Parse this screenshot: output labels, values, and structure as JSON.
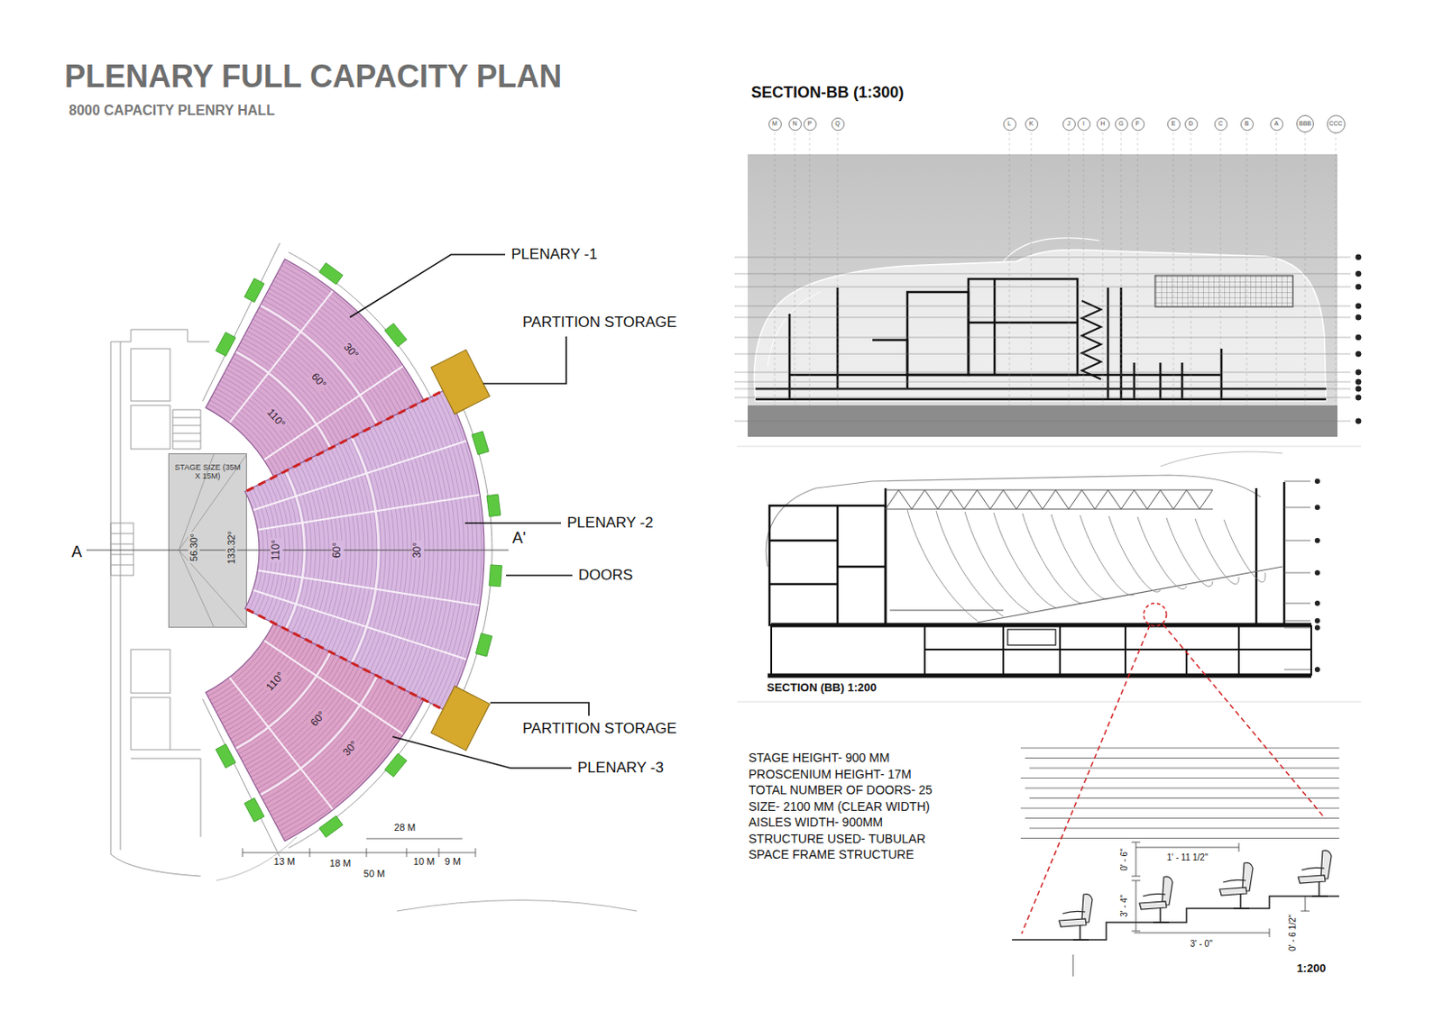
{
  "diagram": {
    "title": "PLENARY FULL CAPACITY PLAN",
    "nodes": [
      {
        "text": [
          "STAGE SIZE (35M X 15M)",
          "56.30°",
          "133.32°"
        ]
      },
      {
        "text": [
          "110°",
          "60°",
          "30°"
        ]
      },
      {
        "text": [
          "110°",
          "60°",
          "30°"
        ]
      },
      {
        "text": [
          "110°",
          "60°",
          "30°"
        ]
      },
      {
        "text": [
          "M"
        ]
      },
      {
        "text": [
          "N"
        ]
      },
      {
        "text": [
          "P"
        ]
      },
      {
        "text": [
          "Q"
        ]
      },
      {
        "text": [
          "L"
        ]
      },
      {
        "text": [
          "K"
        ]
      },
      {
        "text": [
          "J"
        ]
      },
      {
        "text": [
          "I"
        ]
      },
      {
        "text": [
          "H"
        ]
      },
      {
        "text": [
          "G"
        ]
      },
      {
        "text": [
          "F"
        ]
      },
      {
        "text": [
          "E"
        ]
      },
      {
        "text": [
          "D"
        ]
      },
      {
        "text": [
          "C"
        ]
      },
      {
        "text": [
          "B"
        ]
      },
      {
        "text": [
          "A"
        ]
      },
      {
        "text": [
          "BBB"
        ]
      },
      {
        "text": [
          "CCC"
        ]
      }
    ],
    "labels": [
      "8000 CAPACITY PLENRY HALL",
      "SECTION-BB (1:300)",
      "PLENARY -1",
      "PARTITION STORAGE",
      "PLENARY -2",
      "DOORS",
      "PARTITION STORAGE",
      "PLENARY -3",
      "A",
      "A'",
      "28 M",
      "13 M",
      "18 M",
      "50 M",
      "10 M",
      "9 M",
      "SECTION (BB) 1:200",
      "STAGE HEIGHT- 900 MM",
      "PROSCENIUM HEIGHT- 17M",
      "TOTAL NUMBER OF DOORS- 25",
      "SIZE- 2100 MM (CLEAR WIDTH)",
      "AISLES WIDTH- 900MM",
      "STRUCTURE USED- TUBULAR SPACE FRAME STRUCTURE",
      "0' - 6\"",
      "1' - 11 1/2\"",
      "3' - 4\"",
      "3' - 0\"",
      "0' - 6 1/2\"",
      "1:200"
    ]
  }
}
